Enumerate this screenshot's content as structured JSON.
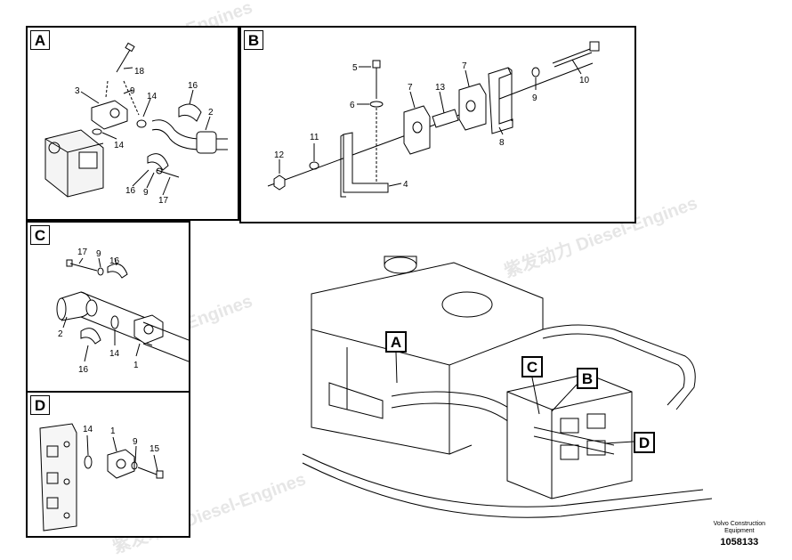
{
  "panels": {
    "A": {
      "tag": "A",
      "labels": {
        "p18": "18",
        "p3": "3",
        "p9": "9",
        "p14a": "14",
        "p16": "16",
        "p2": "2",
        "p14b": "14",
        "p16b": "16",
        "p9b": "9",
        "p17": "17"
      }
    },
    "B": {
      "tag": "B",
      "labels": {
        "p5": "5",
        "p6": "6",
        "p7a": "7",
        "p13": "13",
        "p7b": "7",
        "p9": "9",
        "p10": "10",
        "p8": "8",
        "p11": "11",
        "p12": "12",
        "p4": "4"
      }
    },
    "C": {
      "tag": "C",
      "labels": {
        "p17": "17",
        "p9": "9",
        "p16a": "16",
        "p2": "2",
        "p14": "14",
        "p1": "1",
        "p16b": "16"
      }
    },
    "D": {
      "tag": "D",
      "labels": {
        "p14": "14",
        "p1": "1",
        "p9": "9",
        "p15": "15"
      }
    }
  },
  "callouts": {
    "A": "A",
    "B": "B",
    "C": "C",
    "D": "D"
  },
  "footer": {
    "brand_line1": "Volvo Construction",
    "brand_line2": "Equipment",
    "part_number": "1058133"
  },
  "watermark": {
    "cn": "紫发动力",
    "en": "Diesel-Engines"
  }
}
